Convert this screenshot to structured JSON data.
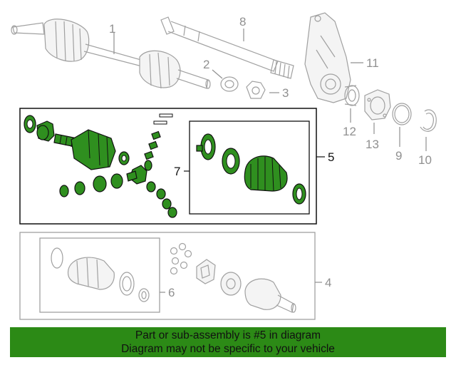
{
  "callouts": {
    "c1": "1",
    "c2": "2",
    "c3": "3",
    "c4": "4",
    "c5": "5",
    "c6": "6",
    "c7": "7",
    "c8": "8",
    "c9": "9",
    "c10": "10",
    "c11": "11",
    "c12": "12",
    "c13": "13"
  },
  "banner": {
    "line1": "Part or sub-assembly is #5 in diagram",
    "line2": "Diagram may not be specific to your vehicle"
  },
  "colors": {
    "highlight": "#2f8f1f",
    "banner": "#2c8a16",
    "outline": "#a0a0a0",
    "frame": "#111111"
  }
}
